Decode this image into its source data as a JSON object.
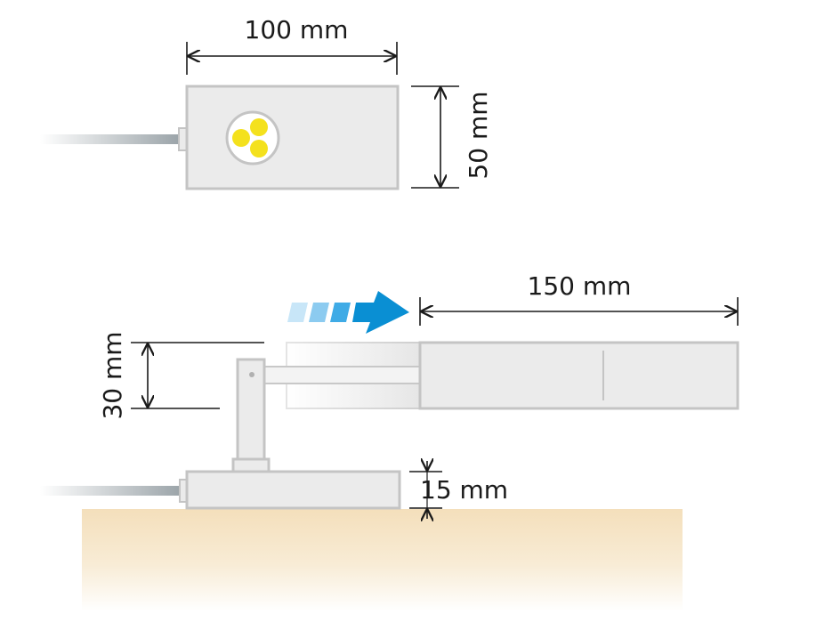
{
  "dimensions": {
    "top_width": "100 mm",
    "top_height": "50 mm",
    "extension_length": "150 mm",
    "arm_height": "30 mm",
    "base_height": "15 mm"
  },
  "colors": {
    "housing_fill": "#ebebeb",
    "housing_stroke": "#c4c4c4",
    "led_yellow": "#f4e11d",
    "arrow_blue": "#0a8fd3",
    "surface": "#f4e0bd",
    "dimension_line": "#1a1a1a"
  },
  "icons": {
    "direction": "arrow-right-icon",
    "led": "led-cluster-icon"
  }
}
